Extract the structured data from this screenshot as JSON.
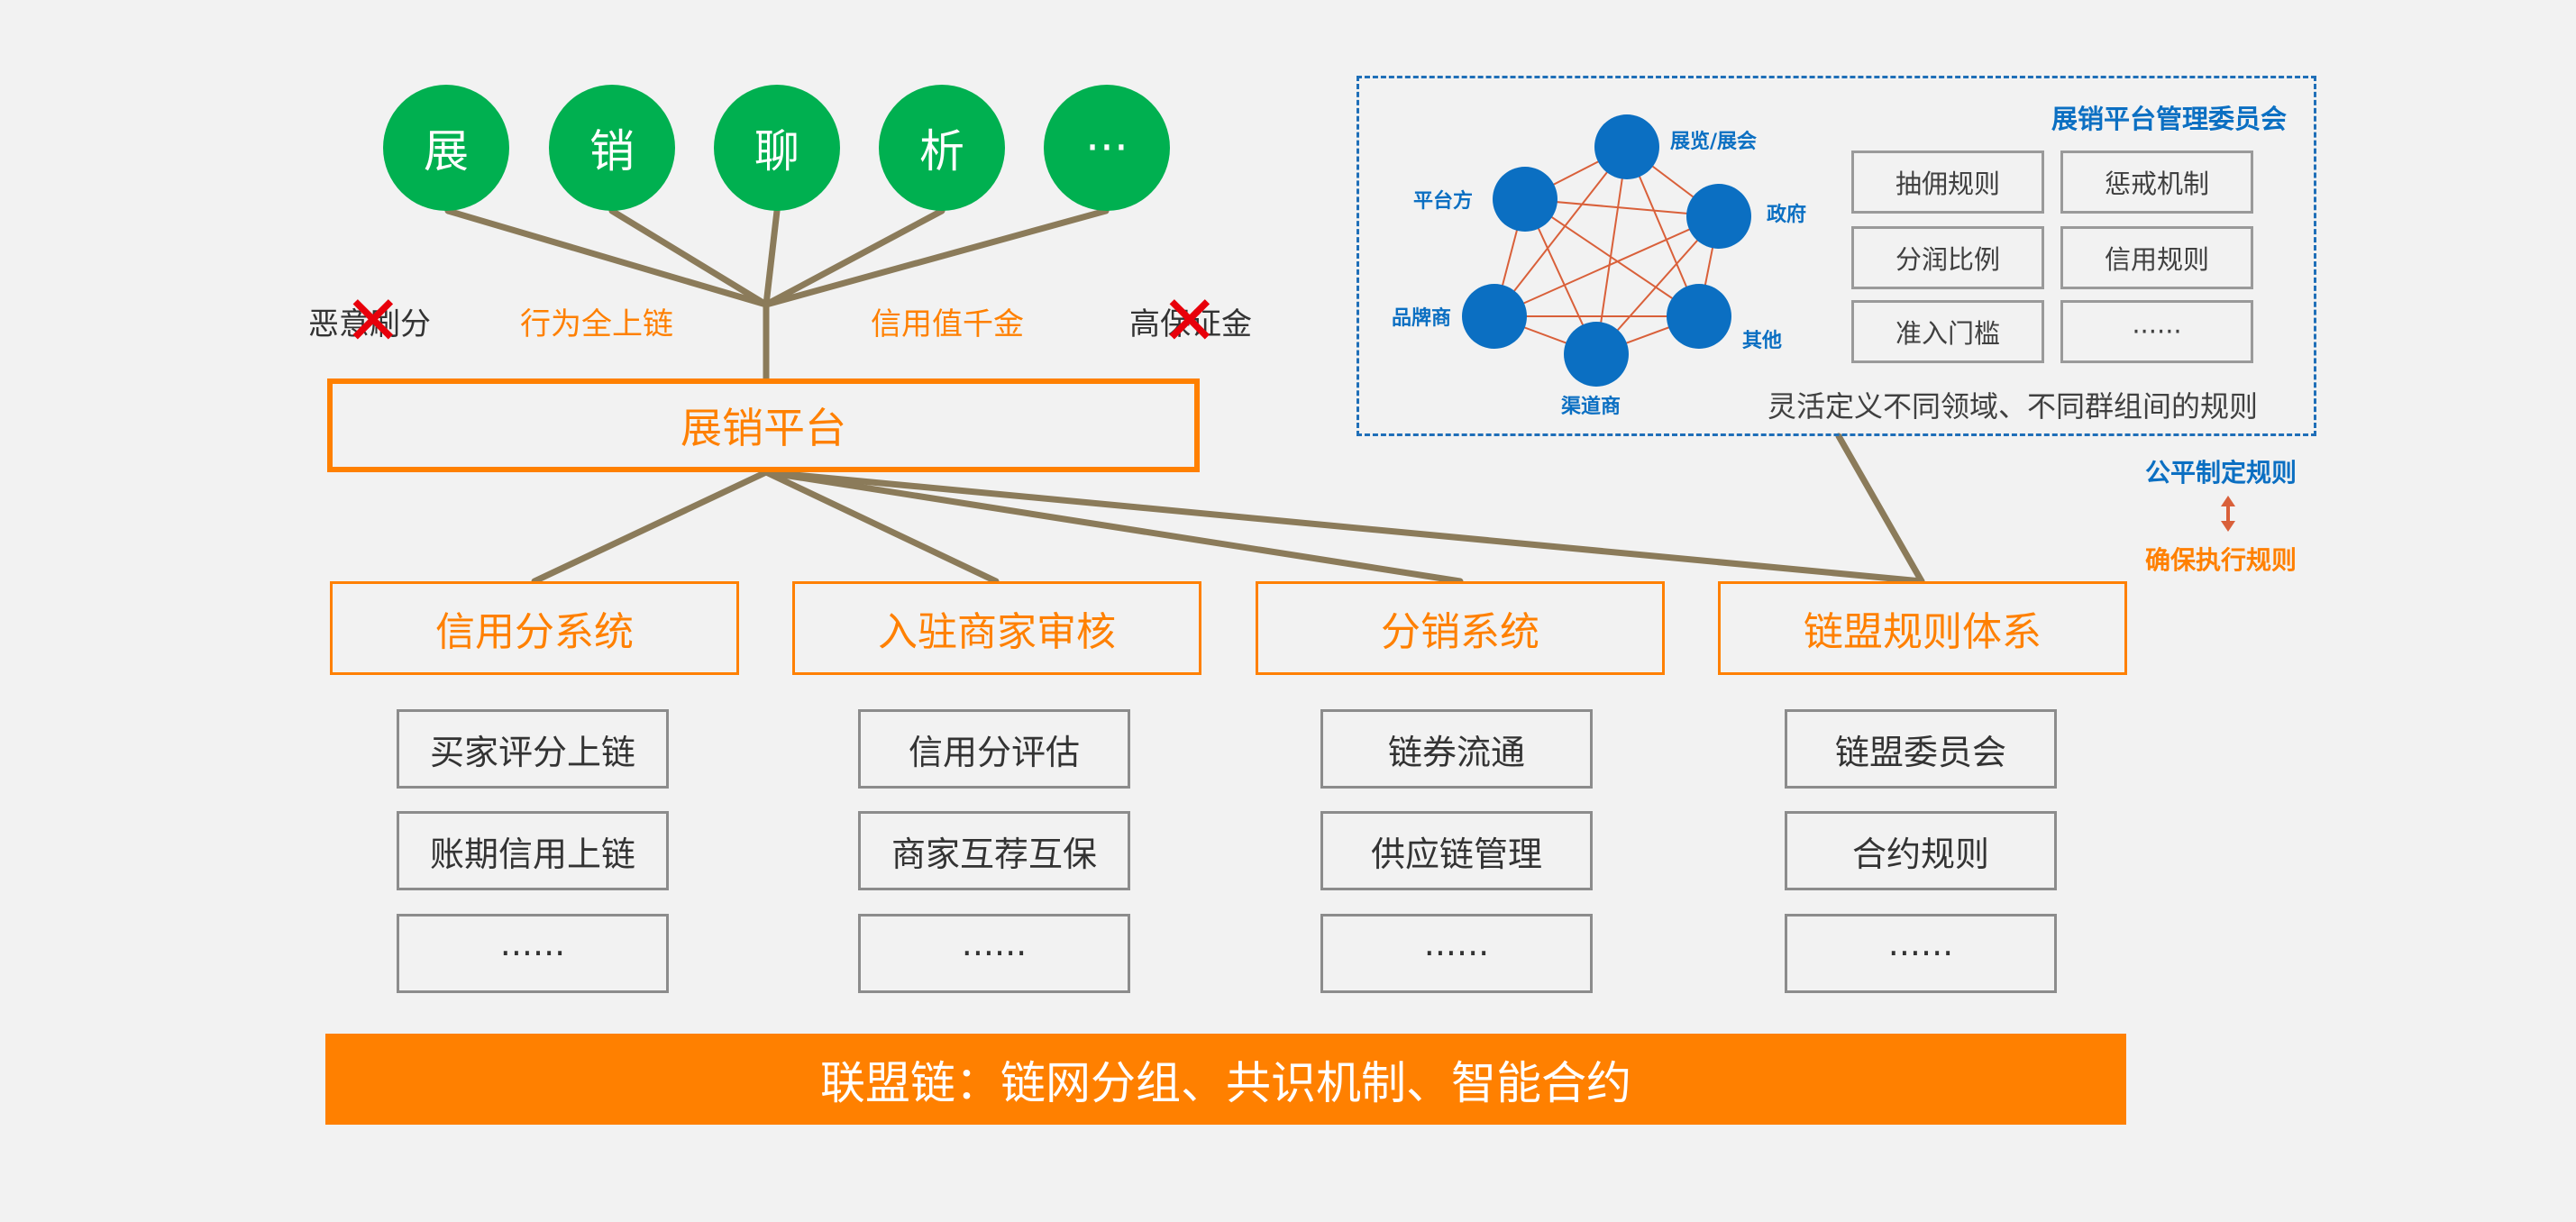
{
  "colors": {
    "green": "#00b050",
    "orange": "#ff8000",
    "blue": "#0b6fc2",
    "line_brown": "#8b7b5a",
    "red": "#e8000b",
    "mesh": "#d9603a",
    "text_dark": "#333333"
  },
  "top_circles": [
    "展",
    "销",
    "聊",
    "析",
    "···"
  ],
  "labels": {
    "left_crossed": "恶意刷分",
    "chain_behavior": "行为全上链",
    "credit_value": "信用值千金",
    "right_crossed": "高保证金",
    "cross_icon": "cross-icon"
  },
  "platform": "展销平台",
  "systems": [
    {
      "title": "信用分系统",
      "items": [
        "买家评分上链",
        "账期信用上链",
        "······"
      ]
    },
    {
      "title": "入驻商家审核",
      "items": [
        "信用分评估",
        "商家互荐互保",
        "······"
      ]
    },
    {
      "title": "分销系统",
      "items": [
        "链券流通",
        "供应链管理",
        "······"
      ]
    },
    {
      "title": "链盟规则体系",
      "items": [
        "链盟委员会",
        "合约规则",
        "······"
      ]
    }
  ],
  "banner": "联盟链：链网分组、共识机制、智能合约",
  "committee": {
    "title": "展销平台管理委员会",
    "nodes": [
      "展览/展会",
      "政府",
      "其他",
      "渠道商",
      "品牌商",
      "平台方"
    ],
    "rules": [
      "抽佣规则",
      "惩戒机制",
      "分润比例",
      "信用规则",
      "准入门槛",
      "······"
    ],
    "note": "灵活定义不同领域、不同群组间的规则"
  },
  "side": {
    "fair_rules": "公平制定规则",
    "ensure_rules": "确保执行规则",
    "arrow_icon": "double-arrow-icon"
  }
}
